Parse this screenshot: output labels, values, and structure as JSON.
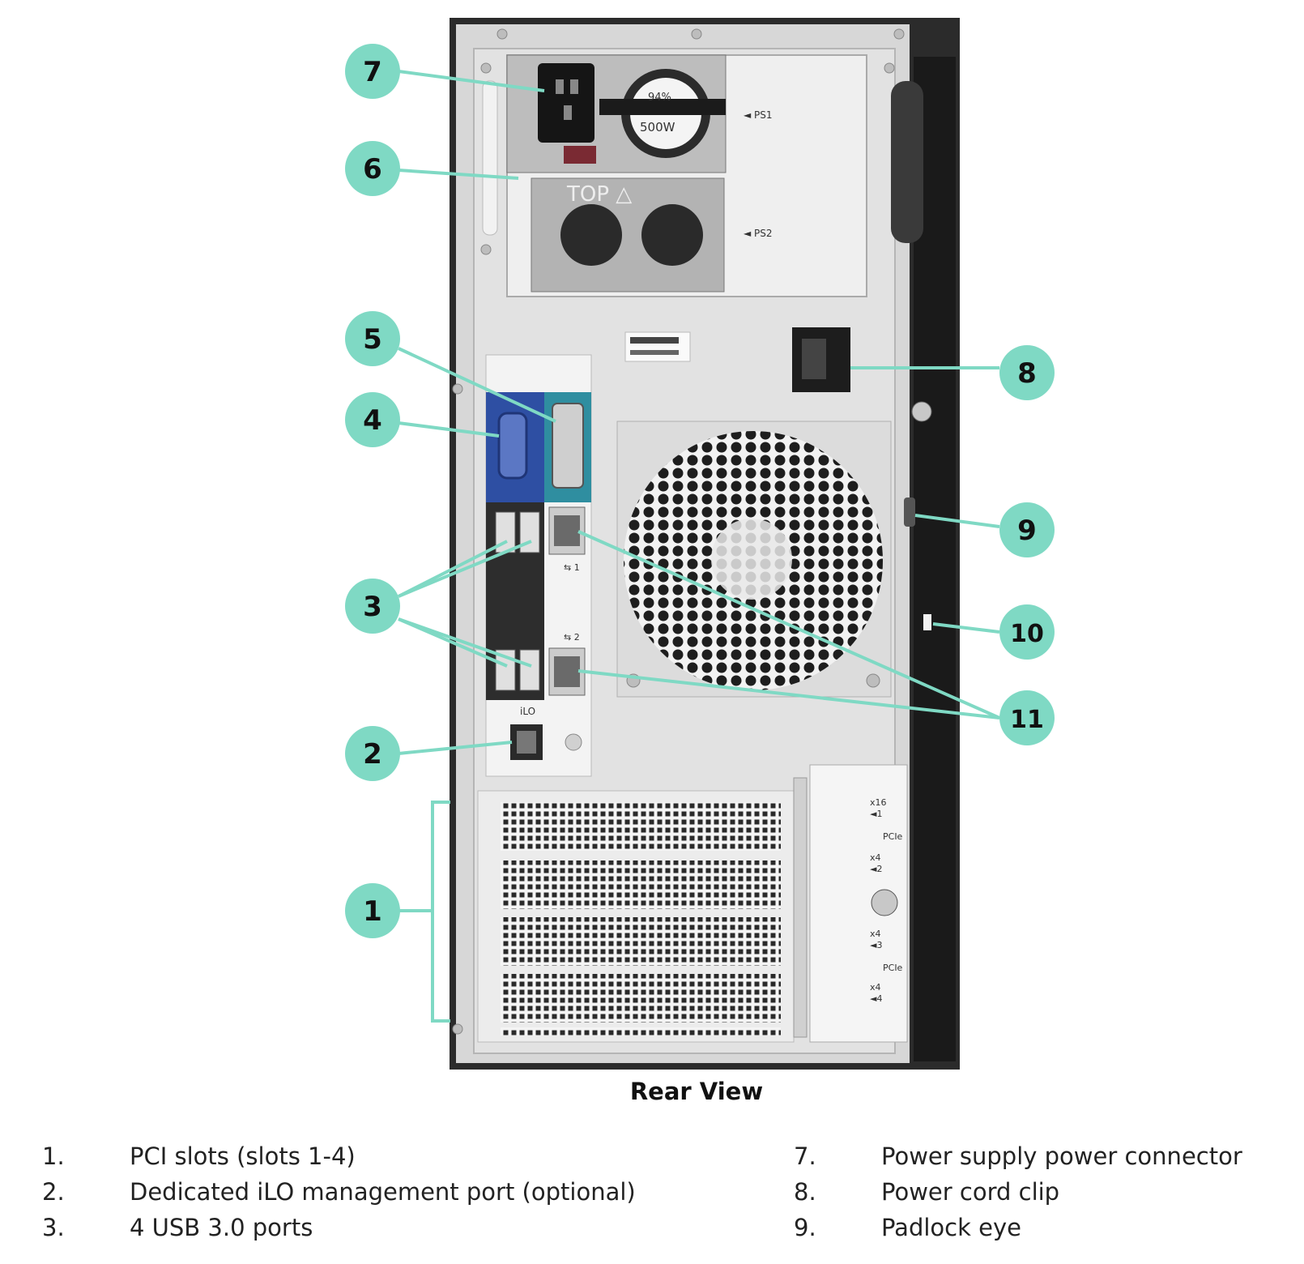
{
  "caption": "Rear View",
  "chassis_labels": {
    "ps1": "PS1",
    "ps2": "PS2",
    "top": "TOP",
    "wattage": "500W",
    "efficiency": "94%",
    "ilo": "iLO",
    "nic1": "1",
    "nic2": "2",
    "pcie_upper": "PCIe",
    "pcie_lower": "PCIe",
    "slot1_width": "x16",
    "slot1_num": "1",
    "slot2_width": "x4",
    "slot2_num": "2",
    "slot3_width": "x4",
    "slot3_num": "3",
    "slot4_width": "x4",
    "slot4_num": "4"
  },
  "callouts": {
    "c1": "1",
    "c2": "2",
    "c3": "3",
    "c4": "4",
    "c5": "5",
    "c6": "6",
    "c7": "7",
    "c8": "8",
    "c9": "9",
    "c10": "10",
    "c11": "11"
  },
  "legend": {
    "left": [
      {
        "num": "1.",
        "text": "PCI slots (slots 1-4)"
      },
      {
        "num": "2.",
        "text": "Dedicated iLO management port (optional)"
      },
      {
        "num": "3.",
        "text": "4 USB 3.0 ports"
      }
    ],
    "right": [
      {
        "num": "7.",
        "text": "Power supply power connector"
      },
      {
        "num": "8.",
        "text": "Power cord clip"
      },
      {
        "num": "9.",
        "text": "Padlock eye"
      }
    ]
  },
  "colors": {
    "callout": "#7fd9c4",
    "chassis": "#d9d9d9",
    "bezel": "#1a1a1a",
    "vga_blue": "#2e4fa3",
    "dvi_teal": "#2f8ea0"
  }
}
